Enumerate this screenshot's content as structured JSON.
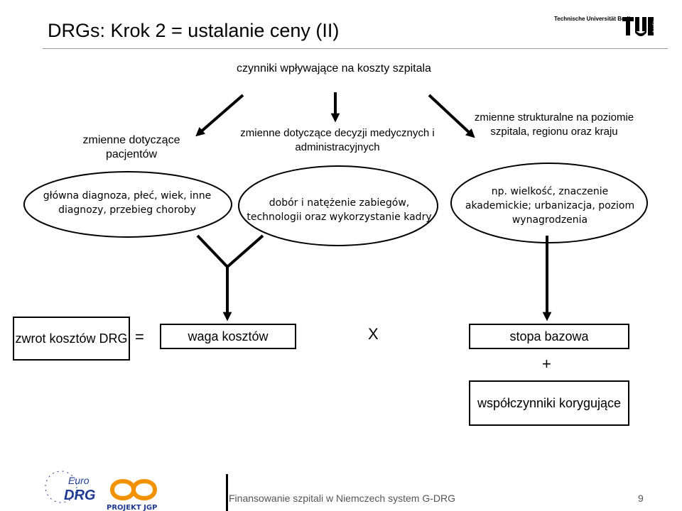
{
  "slide": {
    "title": "DRGs: Krok 2 = ustalanie ceny (II)",
    "university": "Technische Universität Berlin",
    "tu_logo_text": "TU",
    "tu_logo_side": "berlin"
  },
  "diagram": {
    "center_heading": "czynniki wpływające na koszty szpitala",
    "left_heading": "zmienne dotyczące pacjentów",
    "middle_heading": "zmienne dotyczące decyzji medycznych i administracyjnych",
    "right_heading": "zmienne strukturalne na poziomie szpitala, regionu oraz kraju",
    "oval_left": "główna diagnoza, płeć, wiek, inne diagnozy, przebieg choroby",
    "oval_middle": "dobór i natężenie zabiegów, technologii oraz wykorzystanie kadry",
    "oval_right": "np. wielkość,  znaczenie akademickie; urbanizacja, poziom wynagrodzenia"
  },
  "formula": {
    "zwrot": "zwrot kosztów DRG",
    "equals": "=",
    "waga": "waga kosztów",
    "times": "X",
    "stopa": "stopa bazowa",
    "plus": "+",
    "wspolczynniki": "współczynniki korygujące"
  },
  "footer": {
    "text": "Finansowanie szpitali w Niemczech    system G-DRG",
    "page": "9",
    "logo_euro_drg_top": "Euro",
    "logo_euro_drg_bottom": "DRG",
    "logo_jgp": "PROJEKT JGP"
  },
  "colors": {
    "euro_blue": "#1f3a93",
    "jgp_orange": "#f39200",
    "line_gray": "#9a9a9a"
  }
}
